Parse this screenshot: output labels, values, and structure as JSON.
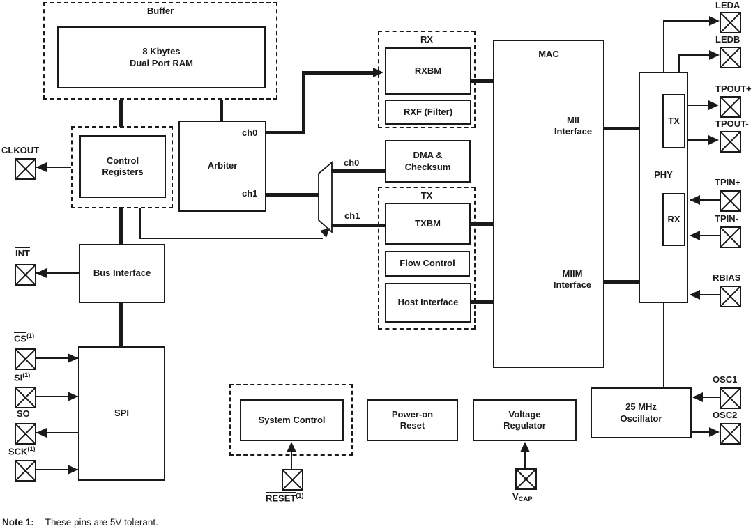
{
  "diagram": {
    "buffer": {
      "title": "Buffer",
      "ram_line1": "8 Kbytes",
      "ram_line2": "Dual Port RAM"
    },
    "control_registers": {
      "line1": "Control",
      "line2": "Registers"
    },
    "arbiter": {
      "label": "Arbiter",
      "ch0": "ch0",
      "ch1": "ch1"
    },
    "mux": {
      "ch0": "ch0",
      "ch1": "ch1"
    },
    "bus_interface": {
      "label": "Bus Interface"
    },
    "spi": {
      "label": "SPI"
    },
    "rx_group": {
      "title": "RX",
      "rxbm": "RXBM",
      "rxf": "RXF (Filter)"
    },
    "dma": {
      "line1": "DMA &",
      "line2": "Checksum"
    },
    "tx_group": {
      "title": "TX",
      "txbm": "TXBM",
      "flow_control": "Flow Control",
      "host_interface": "Host Interface"
    },
    "mac": {
      "title": "MAC",
      "mii": {
        "line1": "MII",
        "line2": "Interface"
      },
      "miim": {
        "line1": "MIIM",
        "line2": "Interface"
      }
    },
    "phy": {
      "title": "PHY",
      "tx": "TX",
      "rx": "RX"
    },
    "system_control": {
      "label": "System Control"
    },
    "power_on_reset": {
      "line1": "Power-on",
      "line2": "Reset"
    },
    "voltage_regulator": {
      "line1": "Voltage",
      "line2": "Regulator"
    },
    "oscillator": {
      "line1": "25 MHz",
      "line2": "Oscillator"
    }
  },
  "pins": {
    "clkout": {
      "label": "CLKOUT"
    },
    "int": {
      "label": "INT"
    },
    "cs": {
      "label": "CS",
      "note_ref": "(1)"
    },
    "si": {
      "label": "SI",
      "note_ref": "(1)"
    },
    "so": {
      "label": "SO"
    },
    "sck": {
      "label": "SCK",
      "note_ref": "(1)"
    },
    "leda": {
      "label": "LEDA"
    },
    "ledb": {
      "label": "LEDB"
    },
    "tpout_plus": {
      "label": "TPOUT+"
    },
    "tpout_minus": {
      "label": "TPOUT-"
    },
    "tpin_plus": {
      "label": "TPIN+"
    },
    "tpin_minus": {
      "label": "TPIN-"
    },
    "rbias": {
      "label": "RBIAS"
    },
    "osc1": {
      "label": "OSC1"
    },
    "osc2": {
      "label": "OSC2"
    },
    "reset": {
      "label": "RESET",
      "note_ref": "(1)"
    },
    "vcap": {
      "label": "V",
      "sub": "CAP"
    }
  },
  "note": {
    "prefix": "Note 1:",
    "text": "These pins are 5V tolerant."
  },
  "colors": {
    "ink": "#1a1a1a",
    "background": "#ffffff"
  }
}
